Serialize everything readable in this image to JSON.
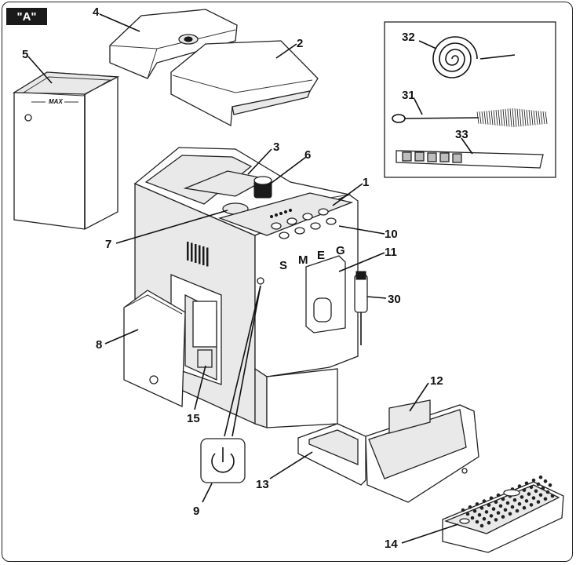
{
  "figure": {
    "badge": "\"A\"",
    "max_label": "MAX",
    "brand_letters": [
      "S",
      "M",
      "E",
      "G"
    ]
  },
  "callouts": [
    {
      "id": "c4",
      "label": "4"
    },
    {
      "id": "c5",
      "label": "5"
    },
    {
      "id": "c2",
      "label": "2"
    },
    {
      "id": "c3",
      "label": "3"
    },
    {
      "id": "c6",
      "label": "6"
    },
    {
      "id": "c1",
      "label": "1"
    },
    {
      "id": "c7",
      "label": "7"
    },
    {
      "id": "c10",
      "label": "10"
    },
    {
      "id": "c11",
      "label": "11"
    },
    {
      "id": "c30",
      "label": "30"
    },
    {
      "id": "c8",
      "label": "8"
    },
    {
      "id": "c15",
      "label": "15"
    },
    {
      "id": "c12",
      "label": "12"
    },
    {
      "id": "c13",
      "label": "13"
    },
    {
      "id": "c9",
      "label": "9"
    },
    {
      "id": "c14",
      "label": "14"
    },
    {
      "id": "c32",
      "label": "32"
    },
    {
      "id": "c31",
      "label": "31"
    },
    {
      "id": "c33",
      "label": "33"
    }
  ],
  "icons": {
    "power": "power-icon"
  }
}
